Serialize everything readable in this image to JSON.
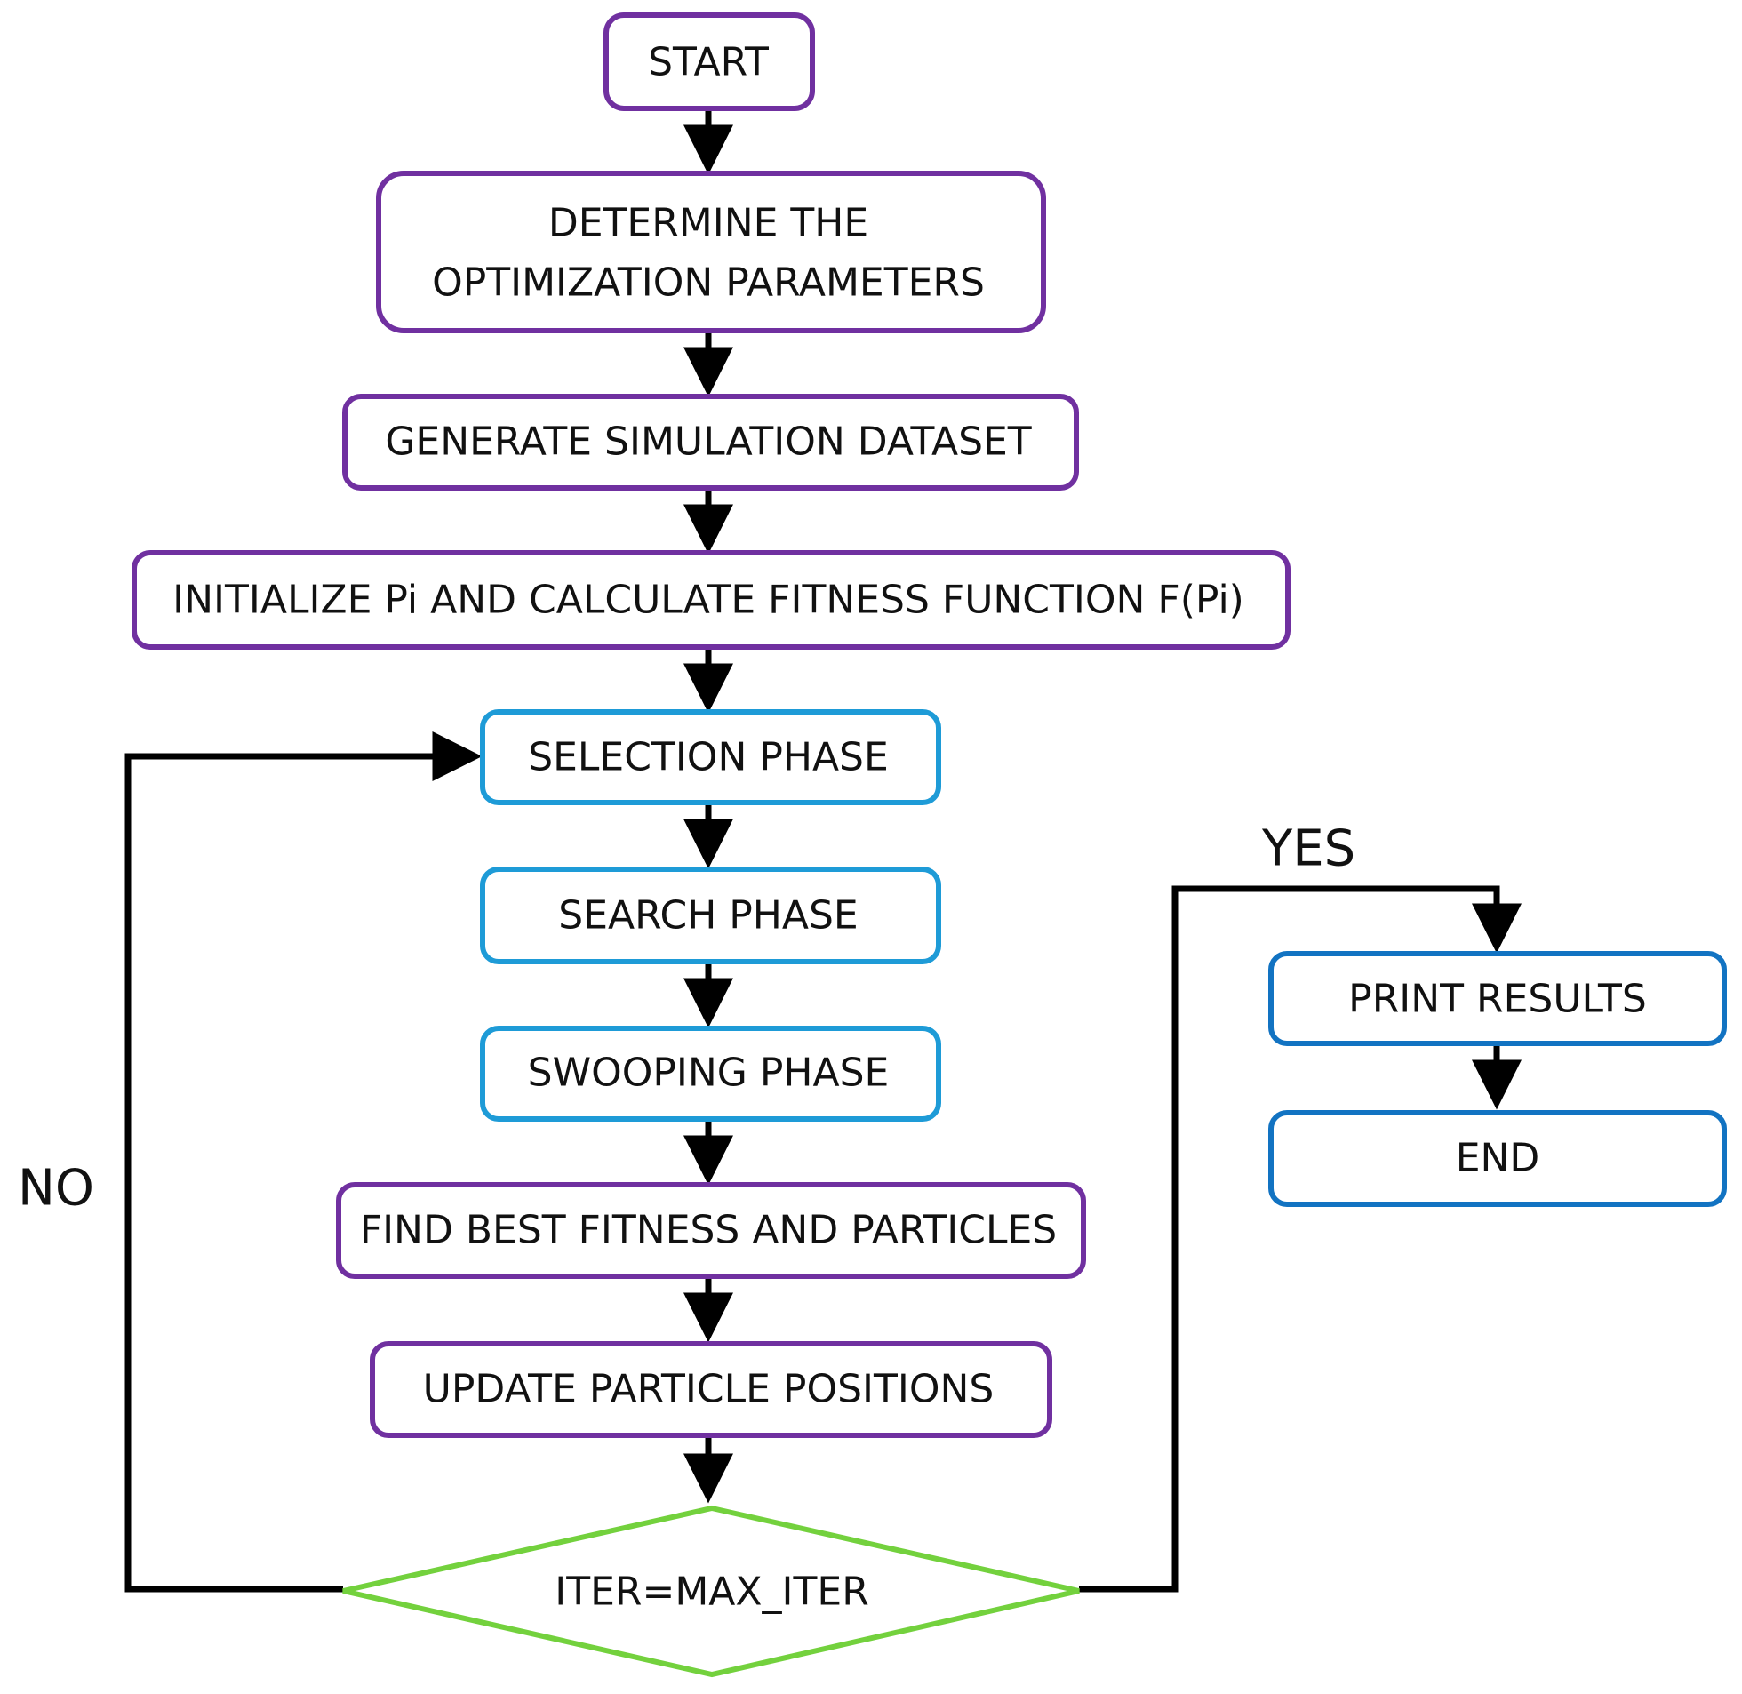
{
  "diagram": {
    "type": "flowchart",
    "colors": {
      "purple": "#7030A0",
      "light_blue": "#1E9BD7",
      "dark_blue": "#1273C2",
      "green": "#73D13D",
      "arrow": "#000000",
      "text": "#111111"
    },
    "nodes": {
      "start": "START",
      "determine": [
        "DETERMINE THE",
        "OPTIMIZATION PARAMETERS"
      ],
      "generate": "GENERATE SIMULATION DATASET",
      "initialize": "INITIALIZE Pi AND CALCULATE FITNESS FUNCTION F(Pi)",
      "selection": "SELECTION PHASE",
      "search": "SEARCH PHASE",
      "swooping": "SWOOPING PHASE",
      "find_best": "FIND BEST FITNESS AND PARTICLES",
      "update": "UPDATE PARTICLE POSITIONS",
      "decision": "ITER=MAX_ITER",
      "print": "PRINT RESULTS",
      "end": "END"
    },
    "edge_labels": {
      "no": "NO",
      "yes": "YES"
    }
  }
}
